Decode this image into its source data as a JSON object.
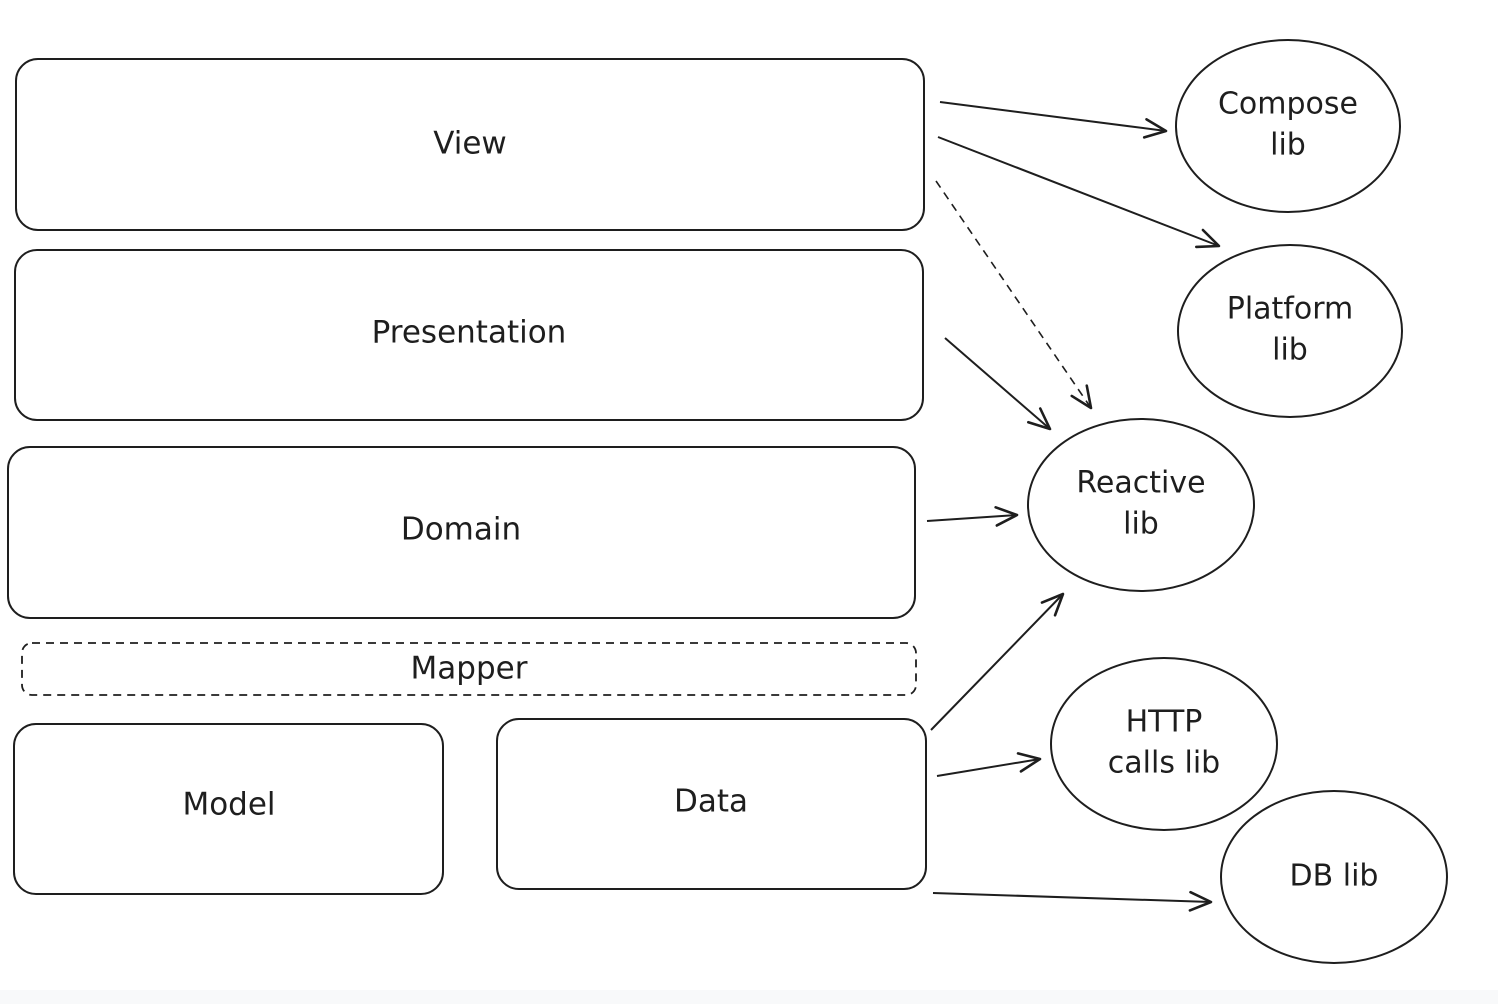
{
  "diagram": {
    "layers": {
      "view": "View",
      "presentation": "Presentation",
      "domain": "Domain",
      "mapper": "Mapper",
      "model": "Model",
      "data": "Data"
    },
    "libraries": {
      "compose": [
        "Compose",
        "lib"
      ],
      "platform": [
        "Platform",
        "lib"
      ],
      "reactive": [
        "Reactive",
        "lib"
      ],
      "http": [
        "HTTP",
        "calls lib"
      ],
      "db": [
        "DB lib"
      ]
    },
    "colors": {
      "stroke": "#1e1e1e",
      "background": "#ffffff"
    }
  }
}
